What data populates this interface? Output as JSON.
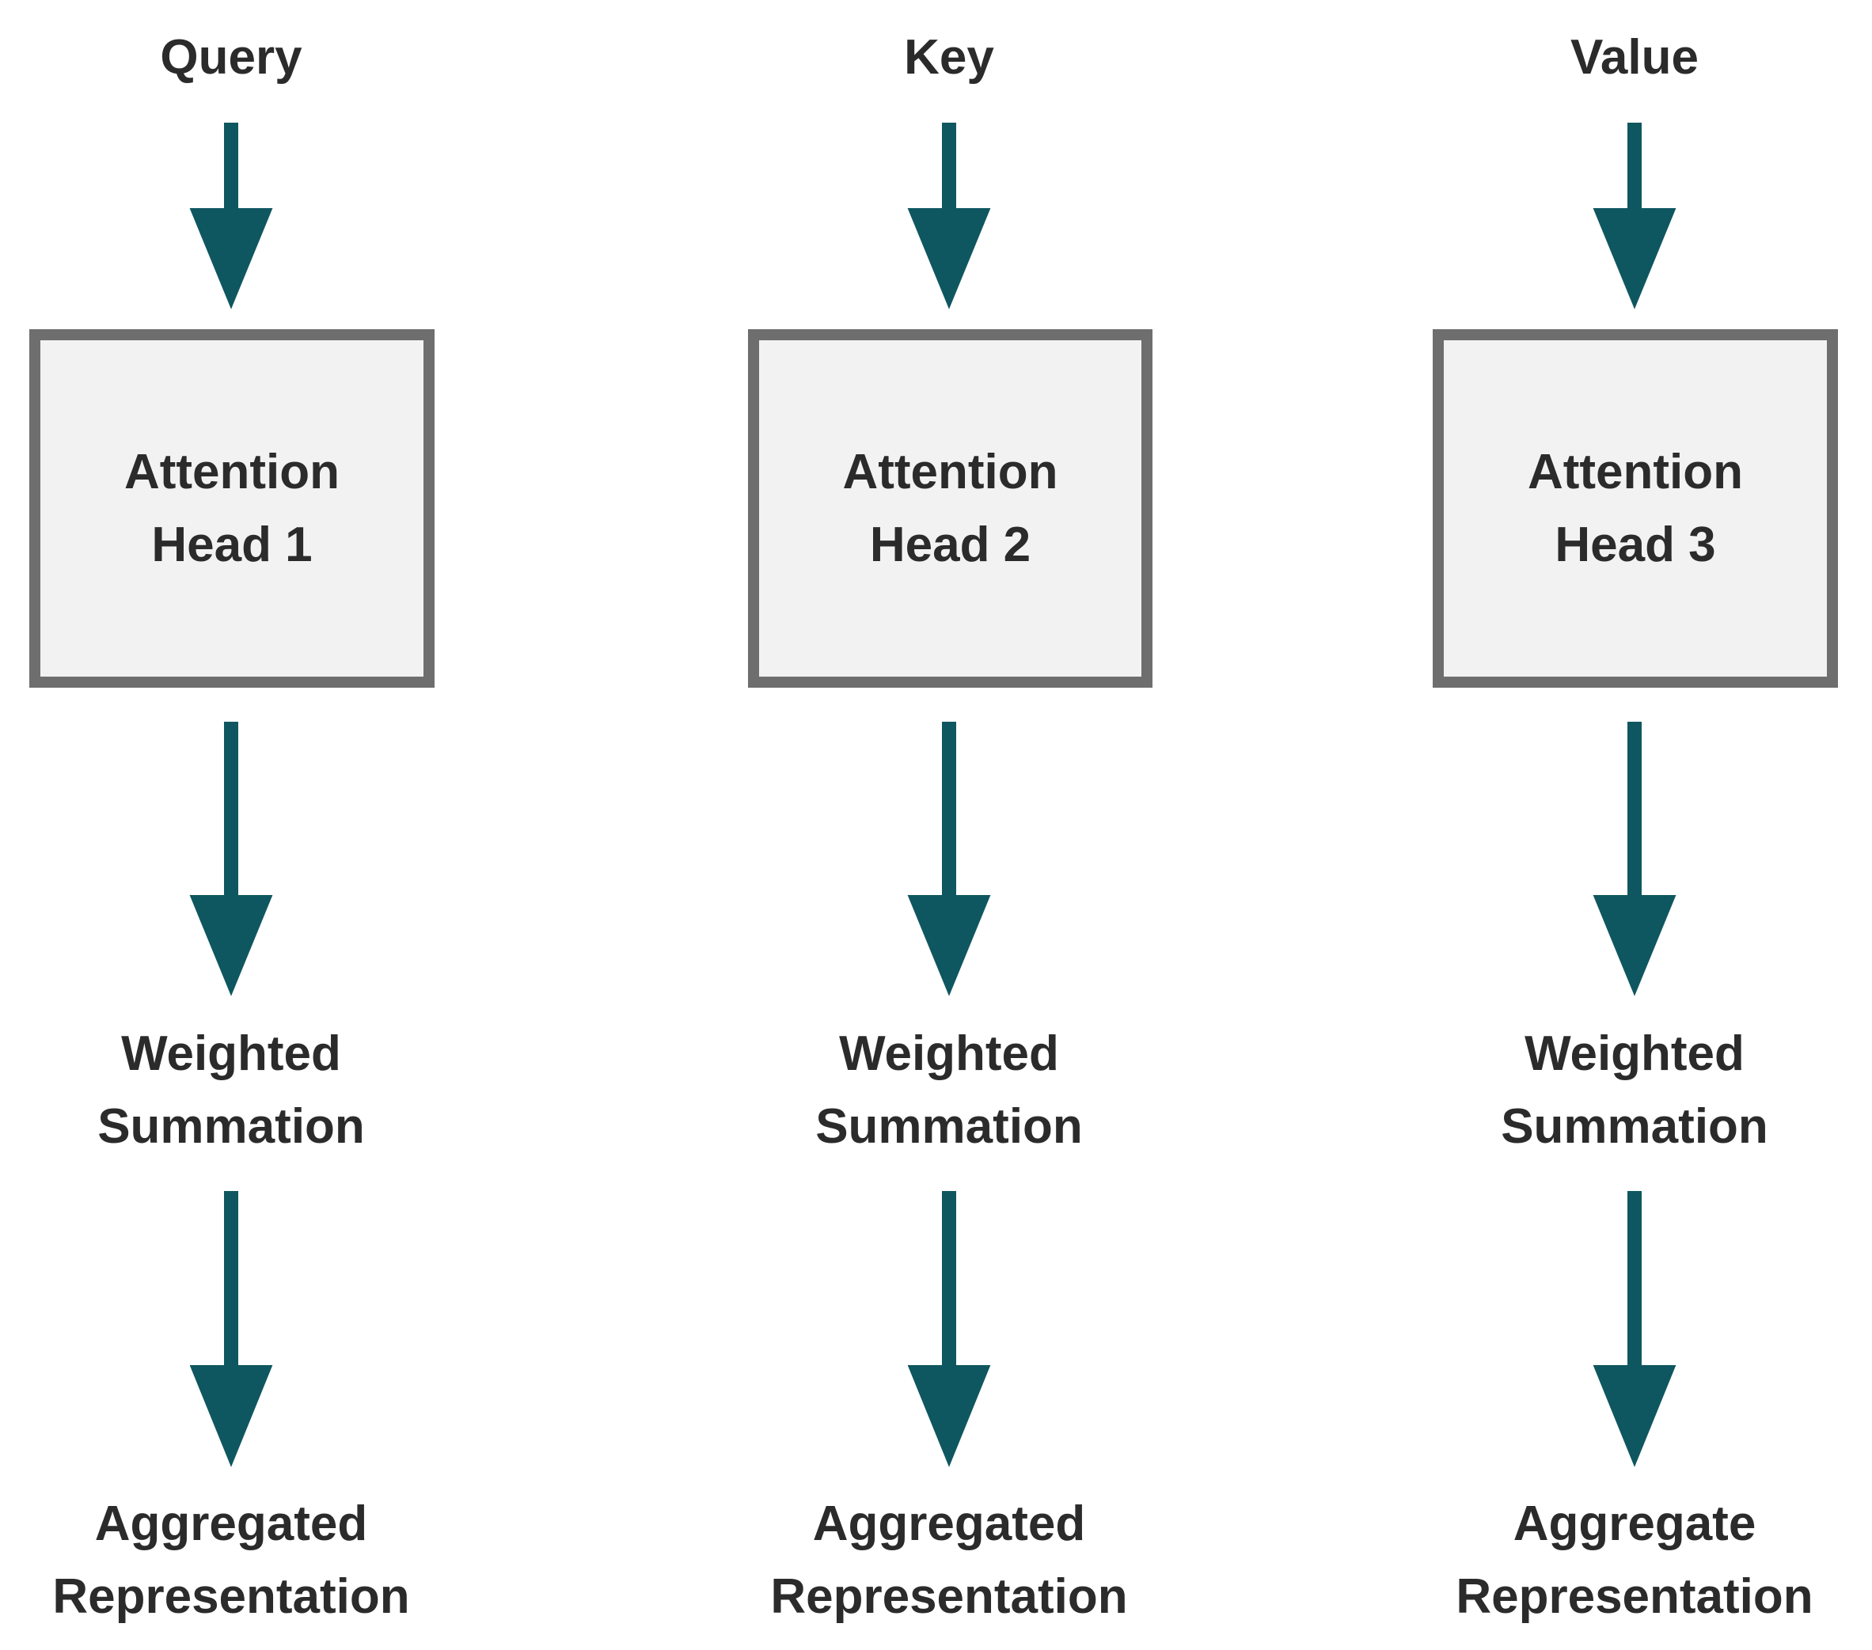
{
  "colors": {
    "arrow": "#0f5760",
    "box_border": "#6e6e6e",
    "box_fill": "#f2f2f2",
    "text": "#2b2b2b",
    "background": "#ffffff"
  },
  "columns": [
    {
      "input": "Query",
      "head": [
        "Attention",
        "Head 1"
      ],
      "step": [
        "Weighted",
        "Summation"
      ],
      "output": [
        "Aggregated",
        "Representation"
      ]
    },
    {
      "input": "Key",
      "head": [
        "Attention",
        "Head 2"
      ],
      "step": [
        "Weighted",
        "Summation"
      ],
      "output": [
        "Aggregated",
        "Representation"
      ]
    },
    {
      "input": "Value",
      "head": [
        "Attention",
        "Head 3"
      ],
      "step": [
        "Weighted",
        "Summation"
      ],
      "output": [
        "Aggregate",
        "Representation"
      ]
    }
  ]
}
